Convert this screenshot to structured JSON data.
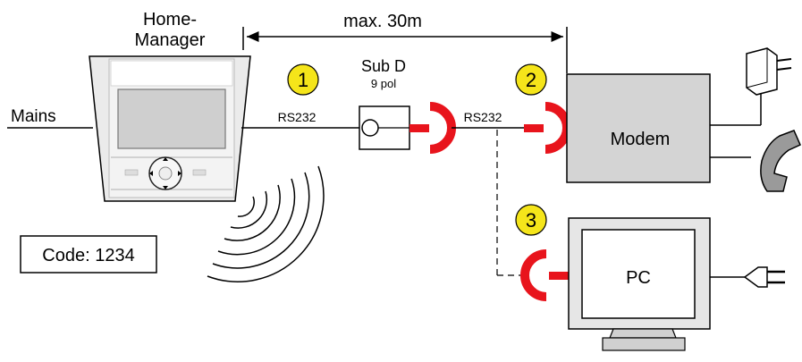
{
  "labels": {
    "home_manager_line1": "Home-",
    "home_manager_line2": "Manager",
    "distance": "max. 30m",
    "mains": "Mains",
    "rs232_left": "RS232",
    "rs232_right": "RS232",
    "subd_line1": "Sub D",
    "subd_line2": "9 pol",
    "modem": "Modem",
    "pc": "PC",
    "code": "Code: 1234"
  },
  "badges": [
    "1",
    "2",
    "3"
  ],
  "colors": {
    "badge_fill": "#f5e51a",
    "connector_red": "#e8141c",
    "modem_fill": "#d4d4d4",
    "device_fill": "#e6e6e6"
  },
  "icons": [
    "power-adapter-icon",
    "telephone-handset-icon",
    "power-plug-icon",
    "wireless-signal-icon"
  ]
}
